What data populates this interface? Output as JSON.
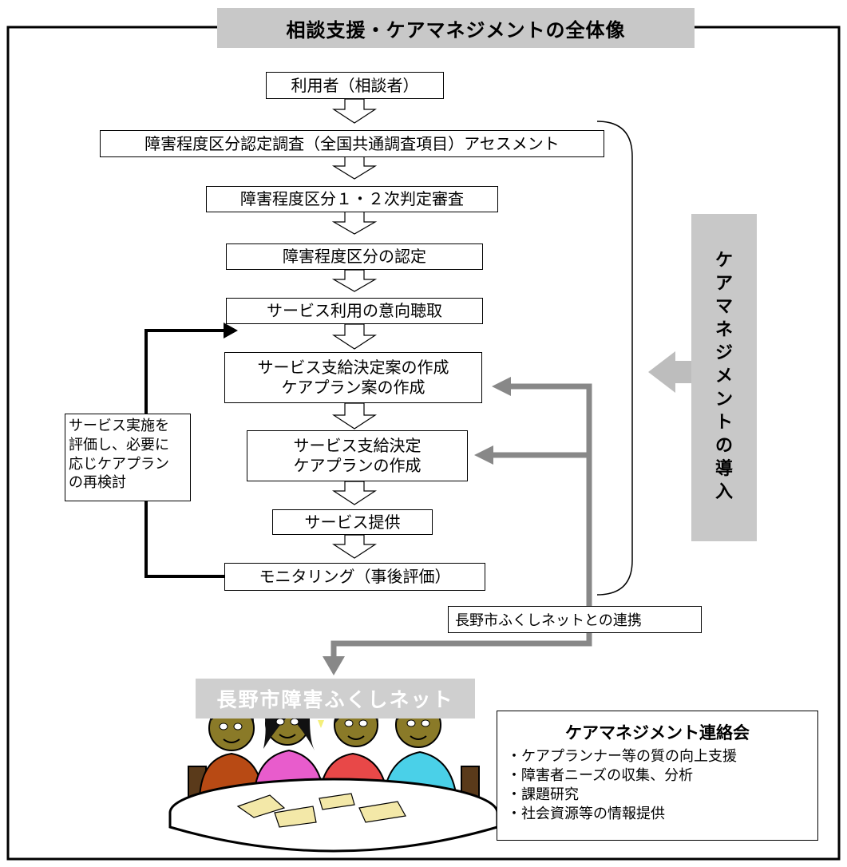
{
  "title": "相談支援・ケアマネジメントの全体像",
  "flow": {
    "step1": "利用者（相談者）",
    "step2": "障害程度区分認定調査（全国共通調査項目）アセスメント",
    "step3": "障害程度区分１・２次判定審査",
    "step4": "障害程度区分の認定",
    "step5": "サービス利用の意向聴取",
    "step6_line1": "サービス支給決定案の作成",
    "step6_line2": "ケアプラン案の作成",
    "step7_line1": "サービス支給決定",
    "step7_line2": "ケアプランの作成",
    "step8": "サービス提供",
    "step9": "モニタリング（事後評価）"
  },
  "side_note": {
    "line1": "サービス実施を",
    "line2": "評価し、必要に",
    "line3": "応じケアプラン",
    "line4": "の再検討"
  },
  "vertical_label": [
    "ケ",
    "ア",
    "マ",
    "ネ",
    "ジ",
    "メ",
    "ン",
    "ト",
    "の",
    "導",
    "入"
  ],
  "link_label": "長野市ふくしネットとの連携",
  "network_label": "長野市障害ふくしネット",
  "council": {
    "title": "ケアマネジメント連絡会",
    "items": [
      "・ケアプランナー等の質の向上支援",
      "・障害者ニーズの収集、分析",
      "・課題研究",
      "・社会資源等の情報提供"
    ]
  },
  "colors": {
    "banner_gray": "#c8c8c8",
    "arrow_gray": "#808080",
    "frame": "#000000"
  }
}
